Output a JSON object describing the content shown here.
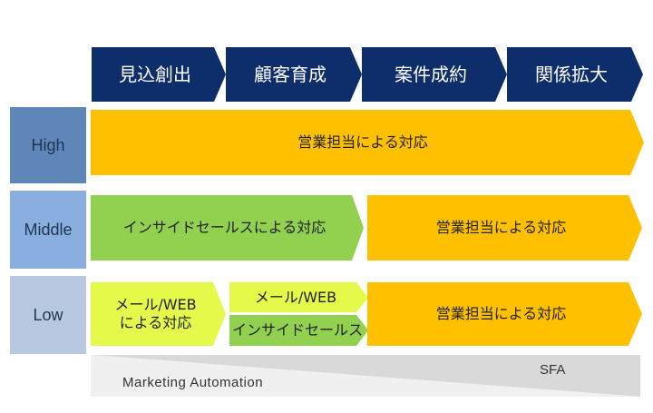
{
  "stages": [
    "見込創出",
    "顧客育成",
    "案件成約",
    "関係拡大"
  ],
  "rows": {
    "high": {
      "label": "High",
      "label_color": "#5f86b8",
      "sales": "営業担当による対応"
    },
    "middle": {
      "label": "Middle",
      "label_color": "#8aaee0",
      "inside_sales": "インサイドセールスによる対応",
      "sales": "営業担当による対応"
    },
    "low": {
      "label": "Low",
      "label_color": "#b7c8e0",
      "mail_web_response": "メール/WEB\nによる対応",
      "mail_web": "メール/WEB",
      "inside_sales": "インサイドセールス",
      "sales": "営業担当による対応"
    }
  },
  "tools": {
    "marketing_automation": "Marketing Automation",
    "sfa": "SFA"
  },
  "colors": {
    "stage": "#0d2d6b",
    "sales": "#ffc000",
    "inside_sales": "#92d050",
    "low_mail": "#e5f94a",
    "tool_band": "#d9d9d9"
  }
}
